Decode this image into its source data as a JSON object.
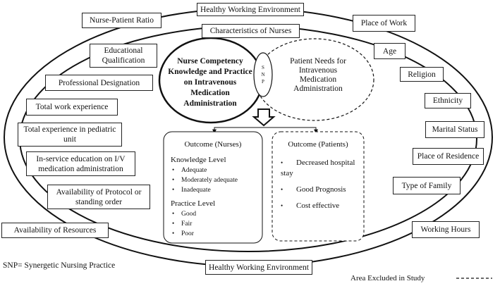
{
  "diagram": {
    "outer_nodes": {
      "healthy_top": "Healthy Working Environment",
      "healthy_bottom": "Healthy Working Environment",
      "nurse_patient_ratio": "Nurse-Patient Ratio",
      "place_of_work": "Place of Work",
      "availability_of_resources": "Availability of Resources",
      "working_hours": "Working Hours"
    },
    "nurse_characteristics": {
      "title": "Characteristics of Nurses",
      "left": [
        "Educational Qualification",
        "Professional Designation",
        "Total work experience",
        "Total experience in pediatric unit",
        "In-service education on I/V medication administration",
        "Availability of Protocol or standing order"
      ],
      "right": [
        "Age",
        "Religion",
        "Ethnicity",
        "Marital Status",
        "Place of Residence",
        "Type of Family"
      ]
    },
    "core": {
      "nurse_competency": "Nurse Competency Knowledge and Practice on Intravenous Medication Administration",
      "snp_letters": [
        "S",
        "N",
        "P"
      ],
      "patient_needs": "Patient Needs for Intravenous Medication Administration"
    },
    "outcome_nurses": {
      "title": "Outcome (Nurses)",
      "knowledge_label": "Knowledge Level",
      "knowledge_items": [
        "Adequate",
        "Moderately adequate",
        "Inadequate"
      ],
      "practice_label": "Practice Level",
      "practice_items": [
        "Good",
        "Fair",
        "Poor"
      ]
    },
    "outcome_patients": {
      "title": "Outcome (Patients)",
      "items": [
        "Decreased hospital stay",
        "Good Prognosis",
        "Cost effective"
      ]
    },
    "footnote": "SNP= Synergetic Nursing Practice",
    "legend_excluded": "Area Excluded in Study"
  }
}
